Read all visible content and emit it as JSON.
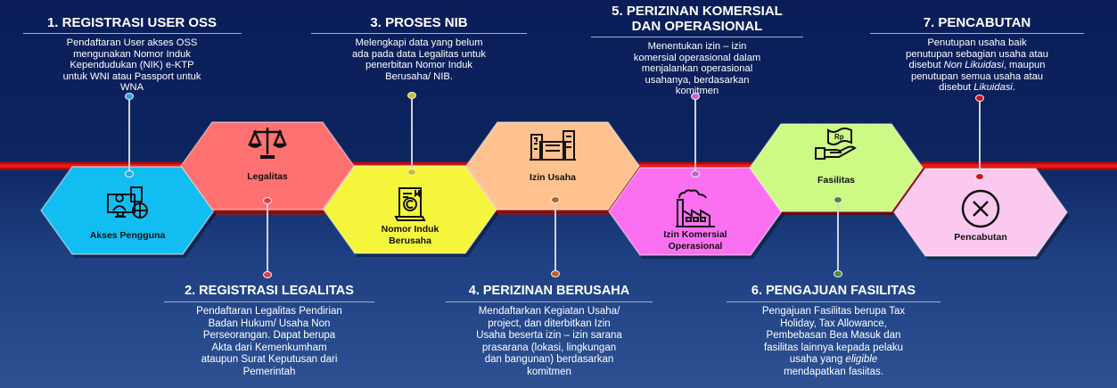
{
  "colors": {
    "accent_red": "#d50f0f",
    "hex_akses": "#12bdf2",
    "hex_legalitas": "#ff7171",
    "hex_nib": "#f5f53c",
    "hex_izin_usaha": "#ffc28f",
    "hex_komersial": "#fb70f0",
    "hex_fasilitas": "#cdf985",
    "hex_pencabutan": "#fbc9f0"
  },
  "hexes": [
    {
      "label": "Akses Pengguna",
      "icon": "user-computer-icon"
    },
    {
      "label": "Legalitas",
      "icon": "scales-icon"
    },
    {
      "label": "Nomor Induk Berusaha",
      "icon": "certificate-icon"
    },
    {
      "label": "Izin Usaha",
      "icon": "buildings-icon"
    },
    {
      "label": "Izin Komersial Operasional",
      "icon": "factory-icon"
    },
    {
      "label": "Fasilitas",
      "icon": "money-hand-icon",
      "icon_text": "Rp"
    },
    {
      "label": "Pencabutan",
      "icon": "circle-x-icon"
    }
  ],
  "steps": [
    {
      "title": "1. REGISTRASI USER OSS",
      "lines": [
        [
          "Pendaftaran User akses OSS"
        ],
        [
          "mengunakan Nomor Induk"
        ],
        [
          "Kependudukan (NIK) e-KTP"
        ],
        [
          "untuk WNI atau Passport untuk"
        ],
        [
          "WNA"
        ]
      ]
    },
    {
      "title": "2. REGISTRASI LEGALITAS",
      "lines": [
        [
          "Pendaftaran Legalitas Pendirian"
        ],
        [
          "Badan Hukum/ Usaha Non"
        ],
        [
          "Perseorangan. Dapat berupa"
        ],
        [
          "Akta dari Kemenkumham"
        ],
        [
          "ataupun Surat Keputusan dari"
        ],
        [
          "Pemerintah"
        ]
      ]
    },
    {
      "title": "3.  PROSES NIB",
      "lines": [
        [
          "Melengkapi data yang belum"
        ],
        [
          "ada pada data Legalitas untuk"
        ],
        [
          "penerbitan Nomor Induk"
        ],
        [
          "Berusaha/ NIB."
        ]
      ]
    },
    {
      "title": "4. PERIZINAN BERUSAHA",
      "lines": [
        [
          "Mendaftarkan Kegiatan Usaha/"
        ],
        [
          "project, dan diterbitkan Izin"
        ],
        [
          "Usaha beserta izin – izin sarana"
        ],
        [
          "prasarana (lokasi, lingkungan"
        ],
        [
          "dan bangunan) berdasarkan"
        ],
        [
          "komitmen"
        ]
      ]
    },
    {
      "title": "5. PERIZINAN KOMERSIAL",
      "title2": "DAN OPERASIONAL",
      "lines": [
        [
          "Menentukan izin – izin"
        ],
        [
          "komersial operasional dalam"
        ],
        [
          "menjalankan operasional"
        ],
        [
          "usahanya, berdasarkan"
        ],
        [
          "komitmen"
        ]
      ]
    },
    {
      "title": "6. PENGAJUAN FASILITAS",
      "lines": [
        [
          "Pengajuan Fasilitas berupa Tax"
        ],
        [
          "Holiday, Tax Allowance,"
        ],
        [
          "Pembebasan Bea Masuk dan"
        ],
        [
          "fasilitas lainnya kepada pelaku"
        ],
        [
          "usaha yang ",
          "eligible"
        ],
        [
          "mendapatkan fasiitas."
        ]
      ]
    },
    {
      "title": "7. PENCABUTAN",
      "lines": [
        [
          "Penutupan usaha baik"
        ],
        [
          "penutupan sebagian usaha atau"
        ],
        [
          "disebut ",
          "Non Likuidasi",
          ", maupun"
        ],
        [
          "penutupan semua usaha atau"
        ],
        [
          "disebut ",
          "Likuidasi",
          "."
        ]
      ]
    }
  ]
}
